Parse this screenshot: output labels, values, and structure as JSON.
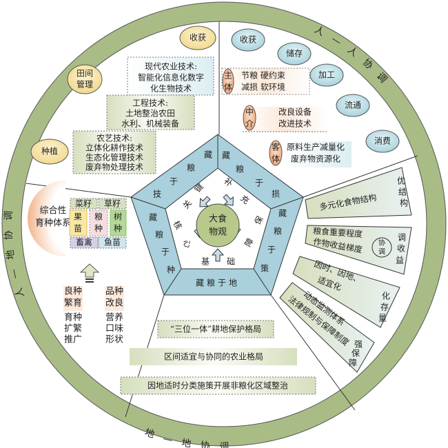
{
  "colors": {
    "ring": "#a9bc86",
    "pentagon": "#a9d0dc",
    "center": "#b8c98c",
    "yellow_stage": "#f5e2a4",
    "blue_stage": "#bfe0e7",
    "orange_tag": "#f0b58f",
    "panel": "#dfe5cc"
  },
  "ring": {
    "left": "人—地协调",
    "right": "人—人协调",
    "bottom": "地—地协调"
  },
  "center": {
    "line1": "大食",
    "line2": "物观"
  },
  "pentagon": {
    "tech": [
      "藏",
      "粮",
      "于",
      "技"
    ],
    "loss": [
      "藏",
      "粮",
      "于",
      "损"
    ],
    "policy": [
      "藏",
      "粮",
      "于",
      "策"
    ],
    "seed": [
      "藏",
      "粮",
      "于",
      "种"
    ],
    "land": "藏粮于地",
    "arrows": {
      "key": [
        "关",
        "键"
      ],
      "supplement": [
        "补",
        "充"
      ],
      "guarantee": [
        "保",
        "障"
      ],
      "foundation": [
        "基",
        "础"
      ],
      "core": [
        "核",
        "心"
      ]
    }
  },
  "top_left": {
    "stages": [
      "收获",
      "田间",
      "管理",
      "种植"
    ],
    "tech_boxes": [
      {
        "lines": [
          "现代农业技术:",
          "智能化信息化数字",
          "化生物技术"
        ]
      },
      {
        "lines": [
          "工程技术:",
          "土地整治农田",
          "水利、机械装备"
        ]
      },
      {
        "lines": [
          "农艺技术:",
          "立体化耕作技术",
          "生态化管理技术",
          "废弃物处理技术"
        ]
      }
    ]
  },
  "top_right": {
    "stages": [
      "收获",
      "储存",
      "加工",
      "流通",
      "消费"
    ],
    "actors": [
      {
        "tag": [
          "主",
          "体"
        ],
        "lines": [
          "节粮 硬约束",
          "减损 软环境"
        ]
      },
      {
        "tag": [
          "中",
          "介"
        ],
        "lines": [
          "改良设备",
          "改进技术"
        ]
      },
      {
        "tag": [
          "客",
          "体"
        ],
        "lines": [
          "原料生产减量化",
          "废弃物资源化"
        ]
      }
    ]
  },
  "right": {
    "panels": [
      {
        "lines": [
          "多元化食物结构"
        ],
        "tag": [
          "优",
          "结",
          "构"
        ]
      },
      {
        "lines": [
          "粮食重要程度",
          "作物收益梯度"
        ],
        "circle": [
          "协",
          "调"
        ],
        "tag": [
          "调",
          "收",
          "益"
        ]
      },
      {
        "lines": [
          "因时、因地、",
          "适宜化"
        ],
        "tag": [
          "化",
          "存",
          "量"
        ]
      },
      {
        "lines": [
          "动态监测体系",
          "法律规制与保障制度"
        ],
        "tag": [
          "强",
          "保",
          "障"
        ]
      }
    ]
  },
  "left": {
    "system": [
      "综合性",
      "育种体系"
    ],
    "grid": {
      "rapeseed": "菜籽",
      "grass_seed": "草籽",
      "fruit": [
        "果",
        "苗"
      ],
      "grain": [
        "粮",
        "种"
      ],
      "tree": [
        "树",
        "种"
      ],
      "livestock": "畜禽",
      "fish": "鱼苗"
    },
    "breeding": {
      "title": [
        "良种",
        "繁育"
      ],
      "desc": [
        "育种",
        "扩繁",
        "推广"
      ]
    },
    "improvement": {
      "title": [
        "品种",
        "改良"
      ],
      "desc": [
        "营养",
        "口味",
        "形状"
      ]
    }
  },
  "bottom": {
    "bars": [
      "“三位一体”耕地保护格局",
      "区间适宜与协同的农业格局",
      "因地适时分类施策开展非粮化区域整治"
    ]
  }
}
